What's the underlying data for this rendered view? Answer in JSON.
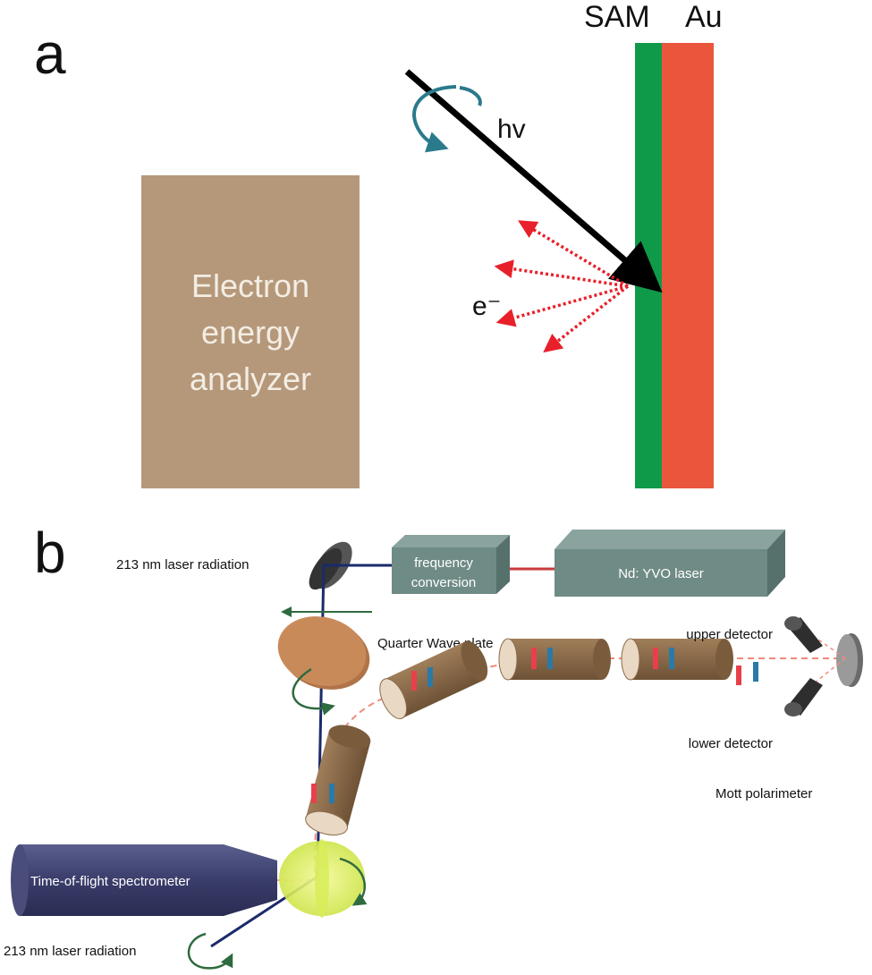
{
  "panel_a": {
    "letter": "a",
    "sam_label": "SAM",
    "au_label": "Au",
    "photon_label": "hv",
    "electron_label": "e⁻",
    "analyzer_lines": [
      "Electron",
      "energy",
      "analyzer"
    ],
    "colors": {
      "sam": "#0f9a4a",
      "au": "#e9563c",
      "analyzer": "#b5987a",
      "electron_arrows": "#e8202a",
      "rotation": "#2b7a8c"
    }
  },
  "panel_b": {
    "letter": "b",
    "laser_label_top": "213 nm laser radiation",
    "freq_line1": "frequency",
    "freq_line2": "conversion",
    "laser_box": "Nd: YVO laser",
    "qwp_label": "Quarter Wave plate",
    "upper_detector": "upper detector",
    "lower_detector": "lower detector",
    "mott_label": "Mott polarimeter",
    "tof_label": "Time-of-flight spectrometer",
    "laser_label_bottom": "213 nm laser radiation",
    "colors": {
      "boxes": "#6f8b86",
      "beam": "#1a2a6b",
      "cylinders": "#8a6a4a",
      "spin_down": "#e8404a",
      "spin_up": "#2a7aa8",
      "tof": "#3a3d6a",
      "sample_disc": "#dff06a",
      "qwp": "#c98a5a"
    }
  }
}
